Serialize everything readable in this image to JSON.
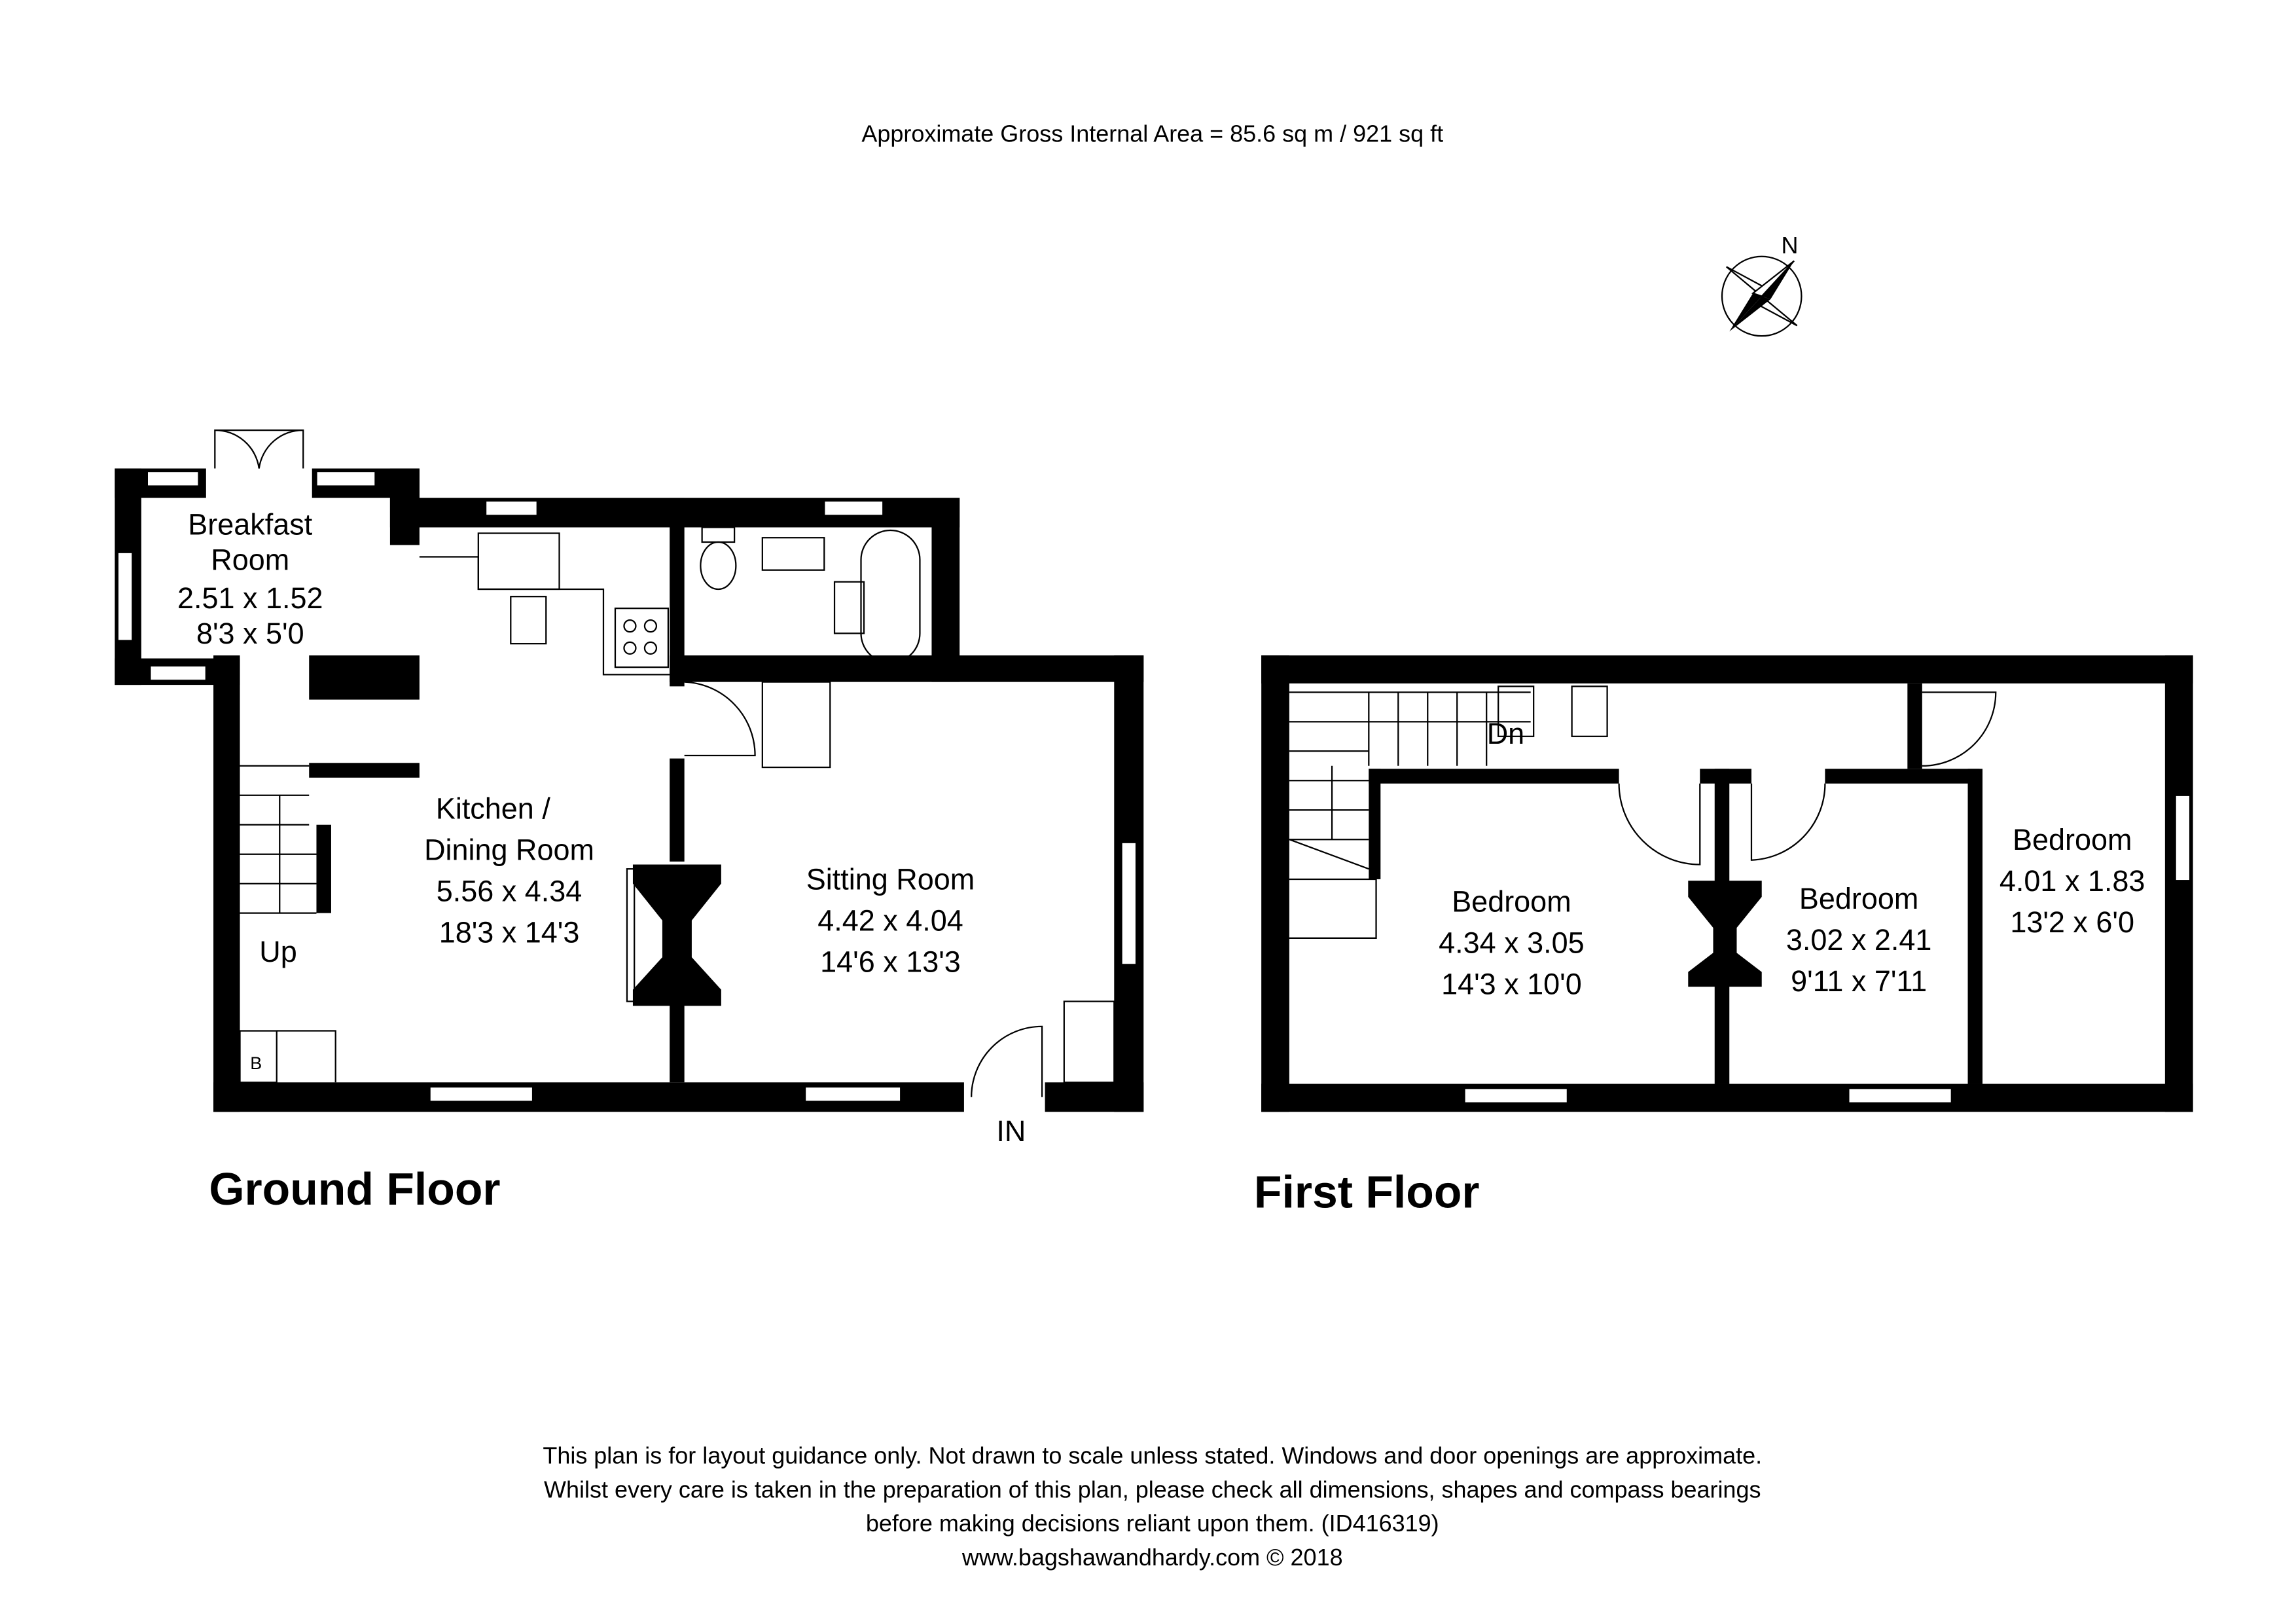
{
  "header": {
    "area": "Approximate Gross Internal Area = 85.6 sq m / 921 sq ft"
  },
  "compass": {
    "label": "N"
  },
  "ground_floor": {
    "title": "Ground Floor",
    "rooms": [
      {
        "name_lines": [
          "Breakfast",
          "Room"
        ],
        "metric": "2.51 x 1.52",
        "imperial": "8'3 x 5'0"
      },
      {
        "name_lines": [
          "Kitchen /",
          "Dining Room"
        ],
        "metric": "5.56 x 4.34",
        "imperial": "18'3 x 14'3"
      },
      {
        "name_lines": [
          "Sitting Room"
        ],
        "metric": "4.42 x 4.04",
        "imperial": "14'6 x 13'3"
      }
    ],
    "stairs_label": "Up",
    "boiler_label": "B",
    "entrance_label": "IN"
  },
  "first_floor": {
    "title": "First Floor",
    "rooms": [
      {
        "name_lines": [
          "Bedroom"
        ],
        "metric": "4.34 x 3.05",
        "imperial": "14'3 x 10'0"
      },
      {
        "name_lines": [
          "Bedroom"
        ],
        "metric": "3.02 x 2.41",
        "imperial": "9'11 x 7'11"
      },
      {
        "name_lines": [
          "Bedroom"
        ],
        "metric": "4.01 x 1.83",
        "imperial": "13'2 x 6'0"
      }
    ],
    "stairs_label": "Dn"
  },
  "footer": {
    "lines": [
      "This plan is for layout guidance only. Not drawn to scale unless stated. Windows and door openings are approximate.",
      "Whilst every care is taken in the preparation of this plan, please check all dimensions, shapes and compass bearings",
      "before making decisions reliant upon them. (ID416319)",
      "www.bagshawandhardy.com © 2018"
    ]
  }
}
